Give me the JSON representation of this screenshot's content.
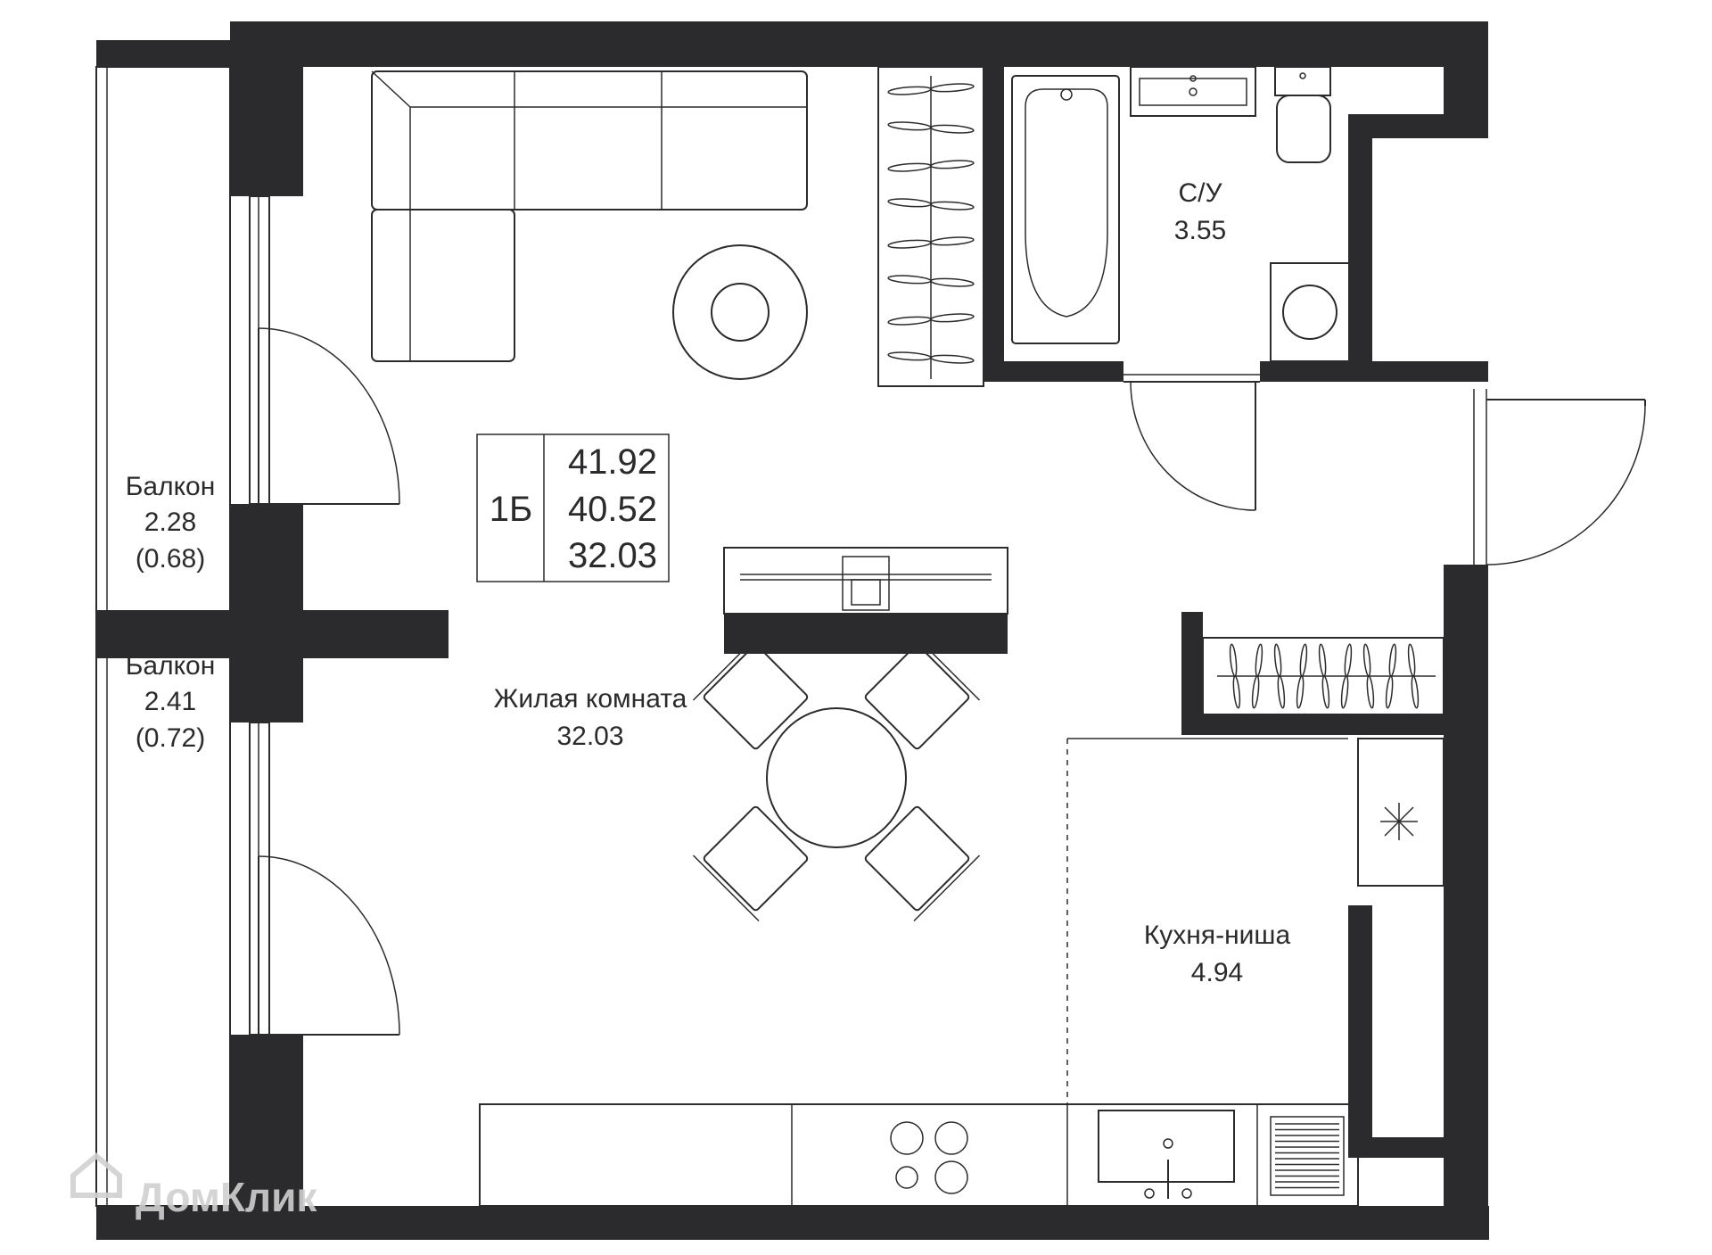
{
  "rooms": {
    "balcony_top": {
      "label": "Балкон",
      "area": "2.28",
      "area_alt": "(0.68)"
    },
    "balcony_bottom": {
      "label": "Балкон",
      "area": "2.41",
      "area_alt": "(0.72)"
    },
    "bathroom": {
      "label": "С/У",
      "area": "3.55"
    },
    "living_room": {
      "label": "Жилая комната",
      "area": "32.03"
    },
    "kitchen": {
      "label": "Кухня-ниша",
      "area": "4.94"
    }
  },
  "apartment_badge": {
    "type": "1Б",
    "area_total": "41.92",
    "area_without_balcony": "40.52",
    "area_living": "32.03"
  },
  "watermark": {
    "text": "ДомКлик"
  },
  "colors": {
    "wall": "#2b2b2d",
    "background": "#ffffff",
    "watermark": "#d0d0d0"
  }
}
